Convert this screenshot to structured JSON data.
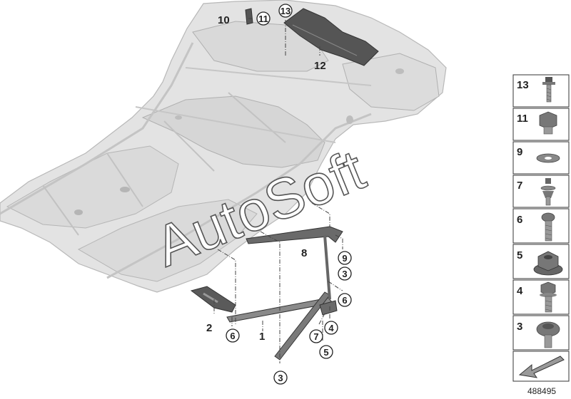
{
  "diagram": {
    "callouts_plain": [
      "10",
      "12",
      "8",
      "2",
      "1"
    ],
    "callouts_circled": [
      "11",
      "13",
      "9",
      "3",
      "6",
      "4",
      "6",
      "7",
      "5",
      "3"
    ],
    "watermark": "AutoSoft",
    "document_number": "488495"
  },
  "parts_panel": {
    "items": [
      {
        "num": "13",
        "icon": "hex-bolt-washer-icon"
      },
      {
        "num": "11",
        "icon": "hex-nut-cap-icon"
      },
      {
        "num": "9",
        "icon": "washer-icon"
      },
      {
        "num": "7",
        "icon": "bolt-with-washer-icon"
      },
      {
        "num": "6",
        "icon": "torx-bolt-icon"
      },
      {
        "num": "5",
        "icon": "flange-nut-icon"
      },
      {
        "num": "4",
        "icon": "hex-flange-bolt-icon"
      },
      {
        "num": "3",
        "icon": "torx-flange-bolt-icon"
      }
    ],
    "nav_icon": "arrow-down-left-icon"
  }
}
